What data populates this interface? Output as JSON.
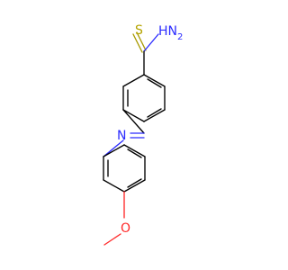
{
  "molecule": {
    "atom_labels": {
      "sulfur": "S",
      "amine_h": "H",
      "amine_n": "N",
      "amine_subscript": "2",
      "imine_n": "N",
      "ether_o": "O"
    },
    "colors": {
      "bond": "#000000",
      "sulfur": "#b5a400",
      "nitrogen": "#2b2bff",
      "oxygen": "#ff2a2a"
    }
  }
}
